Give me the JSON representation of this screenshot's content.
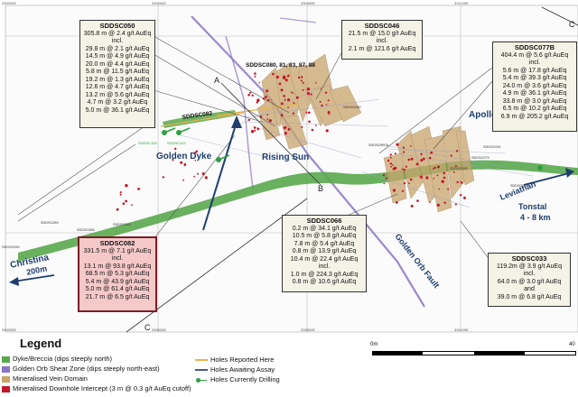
{
  "ticks": {
    "top": [
      "330000E",
      "330500E",
      "330800E",
      "331100E"
    ],
    "bottom": [
      "330000E",
      "330500E",
      "330800E",
      "331100E"
    ],
    "section_A": "A",
    "section_B": "B",
    "section_C": "C",
    "section_C_top": "C"
  },
  "holes": {
    "sddsc080_series": "SDDSC080, 81, 83, 87, 88",
    "sddsc082": "SDDSC082",
    "sddsc100": "SDDSC100",
    "sddsc102": "SDDSC102",
    "sddsc089": "SDDSC089",
    "sddsc086": "SDDSC086",
    "sddsc083": "SDDSC083",
    "sddsc090": "SDDSC090",
    "sddsc095": "SDDSC095",
    "sddsc097a": "SDDSC097A",
    "sddsc093": "SDDSC093",
    "sddsc091": "SDDSC091",
    "sddsc079": "SDDSC079",
    "sddsc050_small": "SDDSC050"
  },
  "places": {
    "golden_dyke": "Golden Dyke",
    "rising_sun": "Rising Sun",
    "apollo": "Apollo",
    "christina": "Christina",
    "christina_dist": "200m",
    "leviathan": "Leviathan",
    "tonstal": "Tonstal",
    "tonstal_dist": "4 - 8 km",
    "golden_orb_fault": "Golden Orb Fault"
  },
  "callouts": {
    "sddsc050": {
      "title": "SDDSC050",
      "lines": [
        "305.8 m @ 2.4 g/t AuEq",
        "incl.",
        "29.8 m @ 2.1 g/t AuEq",
        "14.5 m @ 4.9 g/t AuEq",
        "20.0 m @ 4.4 g/t AuEq",
        "5.8 m @ 11.5 g/t AuEq",
        "19.2 m @ 1.3 g/t AuEq",
        "12.6 m @ 4.7 g/t AuEq",
        "13.2 m @ 5.6 g/t AuEq",
        "4.7 m @ 3.2 g/t AuEq",
        "5.0 m @ 36.1 g/t AuEq"
      ]
    },
    "sddsc046": {
      "title": "SDDSC046",
      "lines": [
        "21.5 m @ 15.0 g/t AuEq",
        "incl.",
        "2.1 m @ 121.6 g/t AuEq"
      ]
    },
    "sddsc077b": {
      "title": "SDDSC077B",
      "lines": [
        "404.4 m @ 5.6 g/t AuEq",
        "incl.",
        "5.6 m @ 17.8 g/t AuEq",
        "5.4 m @ 39.3 g/t AuEq",
        "24.0 m @ 3.6 g/t AuEq",
        "4.9 m @ 36.1 g/t AuEq",
        "33.8 m @ 3.0 g/t AuEq",
        "6.5 m @ 10.2 g/t AuEq",
        "6.9 m @ 205.2 g/t AuEq"
      ]
    },
    "sddsc082": {
      "title": "SDDSC082",
      "lines": [
        "331.5 m @ 7.1 g/t AuEq",
        "incl.",
        "13.1 m @ 93.8 g/t AuEq",
        "68.5 m @ 5.3 g/t AuEq",
        "5.4 m @ 43.9 g/t AuEq",
        "5.0 m @ 61.4 g/t AuEq",
        "21.7 m @ 6.5 g/t AuEq"
      ]
    },
    "sddsc066": {
      "title": "SDDSC066",
      "lines": [
        "0.2 m @ 34.1 g/t AuEq",
        "10.5 m @ 5.8 g/t AuEq",
        "7.8 m @ 5.4 g/t AuEq",
        "0.8 m @ 13.9 g/t AuEq",
        "10.4 m @ 22.4 g/t AuEq",
        "incl.",
        "1.0 m @ 224.3 g/t AuEq",
        "0.8 m @ 10.6 g/t AuEq"
      ]
    },
    "sddsc033": {
      "title": "SDDSC033",
      "lines": [
        "119.2m @ 3.9 g/t AuEq",
        "incl.",
        "64.0 m @ 3.0 g/t AuEq",
        "and",
        "39.0 m @ 6.8 g/t AuEq"
      ]
    }
  },
  "legend": {
    "title": "Legend",
    "items_left": [
      "Dyke/Breccia (dips steeply north)",
      "Golden Orb Shear Zone (dips steeply north-east)",
      "Mineralised Vein Domain",
      "Mineralised Downhole Intercept (3 m @ 0.3 g/t AuEq cutoff)"
    ],
    "items_right": [
      "Holes Reported Here",
      "Holes Awaiting Assay",
      "Holes Currently Drilling"
    ],
    "scale_start": "0m",
    "scale_end": "40"
  },
  "colors": {
    "dyke": "#5aa84e",
    "shear": "#8a74c4",
    "vein": "#c9a46b",
    "intercept": "#c2182b",
    "reported": "#e8b24a",
    "awaiting": "#4a5a8a",
    "drilling": "#2ea043"
  }
}
